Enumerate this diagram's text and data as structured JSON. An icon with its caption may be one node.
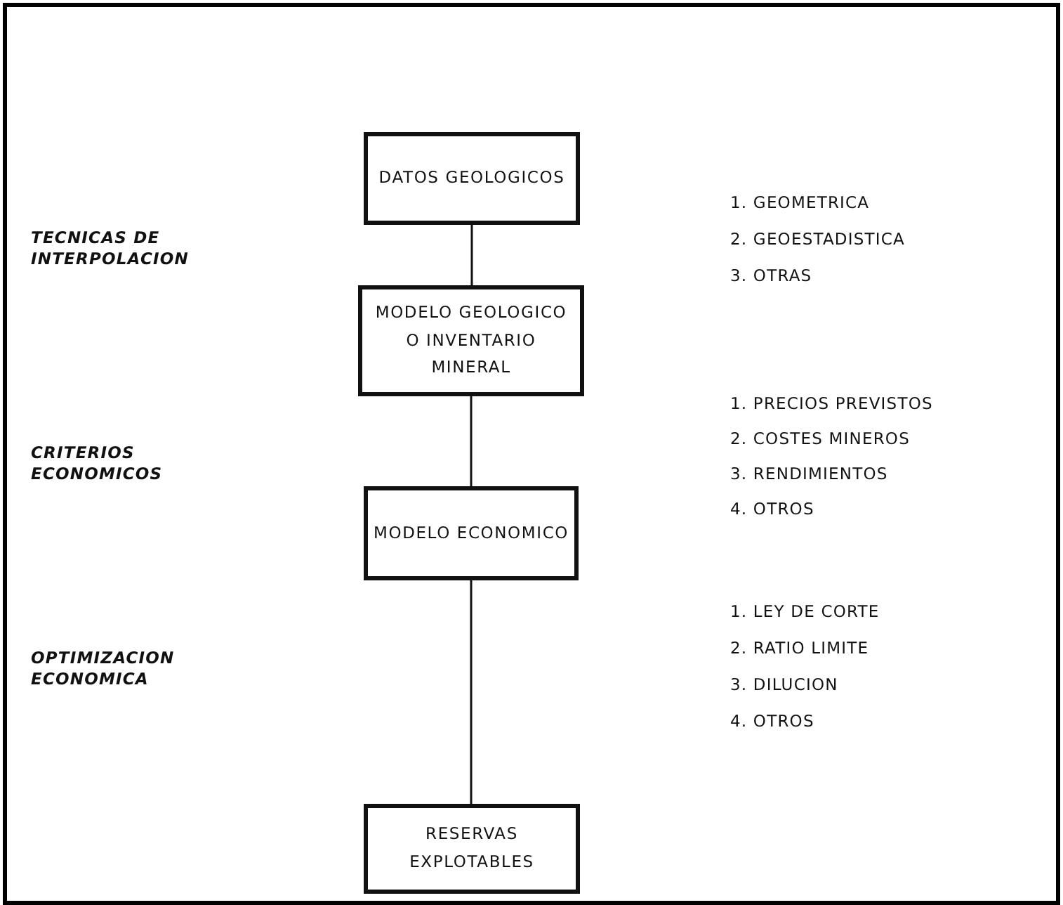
{
  "diagram": {
    "nodes": [
      {
        "text": [
          "DATOS GEOLOGICOS"
        ]
      },
      {
        "text": [
          "MODELO GEOLOGICO O INVENTARIO MINERAL"
        ]
      },
      {
        "text": [
          "MODELO ECONOMICO"
        ]
      },
      {
        "text": [
          "RESERVAS EXPLOTABLES"
        ]
      }
    ],
    "edges": [
      {
        "from": 0,
        "to": 1,
        "arrow": "none"
      },
      {
        "from": 1,
        "to": 2,
        "arrow": "none"
      },
      {
        "from": 2,
        "to": 3,
        "arrow": "none"
      }
    ],
    "labels": [
      "1. GEOMETRICA",
      "TECNICAS DE INTERPOLACION",
      "2. GEOESTADISTICA",
      "3. OTRAS",
      "1. PRECIOS PREVISTOS",
      "2. COSTES MINEROS",
      "CRITERIOS ECONOMICOS",
      "3. RENDIMIENTOS",
      "4. OTROS",
      "1. LEY DE CORTE",
      "2. RATIO LIMITE",
      "OPTIMIZACION ECONOMICA",
      "3. DILUCION",
      "4. OTROS"
    ]
  }
}
